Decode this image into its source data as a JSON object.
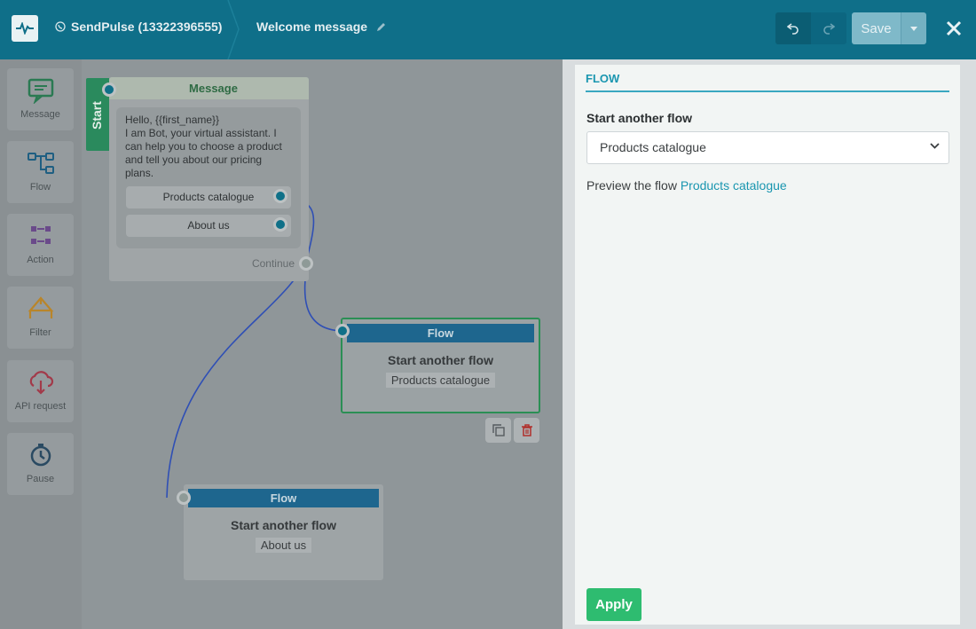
{
  "header": {
    "bot_name": "SendPulse (13322396555)",
    "flow_title": "Welcome message",
    "save_label": "Save"
  },
  "sidebar": {
    "tools": [
      {
        "label": "Message",
        "icon": "message-icon"
      },
      {
        "label": "Flow",
        "icon": "flow-icon"
      },
      {
        "label": "Action",
        "icon": "action-icon"
      },
      {
        "label": "Filter",
        "icon": "filter-icon"
      },
      {
        "label": "API request",
        "icon": "api-request-icon"
      },
      {
        "label": "Pause",
        "icon": "pause-icon"
      }
    ]
  },
  "canvas": {
    "start_label": "Start",
    "message_node": {
      "title": "Message",
      "text": "Hello,  {{first_name}}\nI am Bot, your virtual assistant. I can help you to choose a product and tell you about our pricing plans.",
      "buttons": [
        "Products catalogue",
        "About us"
      ],
      "continue_label": "Continue"
    },
    "flow_node_1": {
      "header": "Flow",
      "title": "Start another flow",
      "target": "Products catalogue"
    },
    "flow_node_2": {
      "header": "Flow",
      "title": "Start another flow",
      "target": "About us"
    }
  },
  "panel": {
    "tab": "FLOW",
    "field_label": "Start another flow",
    "select_value": "Products catalogue",
    "preview_prefix": "Preview the flow",
    "preview_link": "Products catalogue",
    "apply_label": "Apply"
  },
  "colors": {
    "topbar": "#0f6f89",
    "accent": "#1a96b0",
    "apply": "#2ebc70",
    "flow_header": "#1e668e",
    "start": "#2a8a5d"
  }
}
